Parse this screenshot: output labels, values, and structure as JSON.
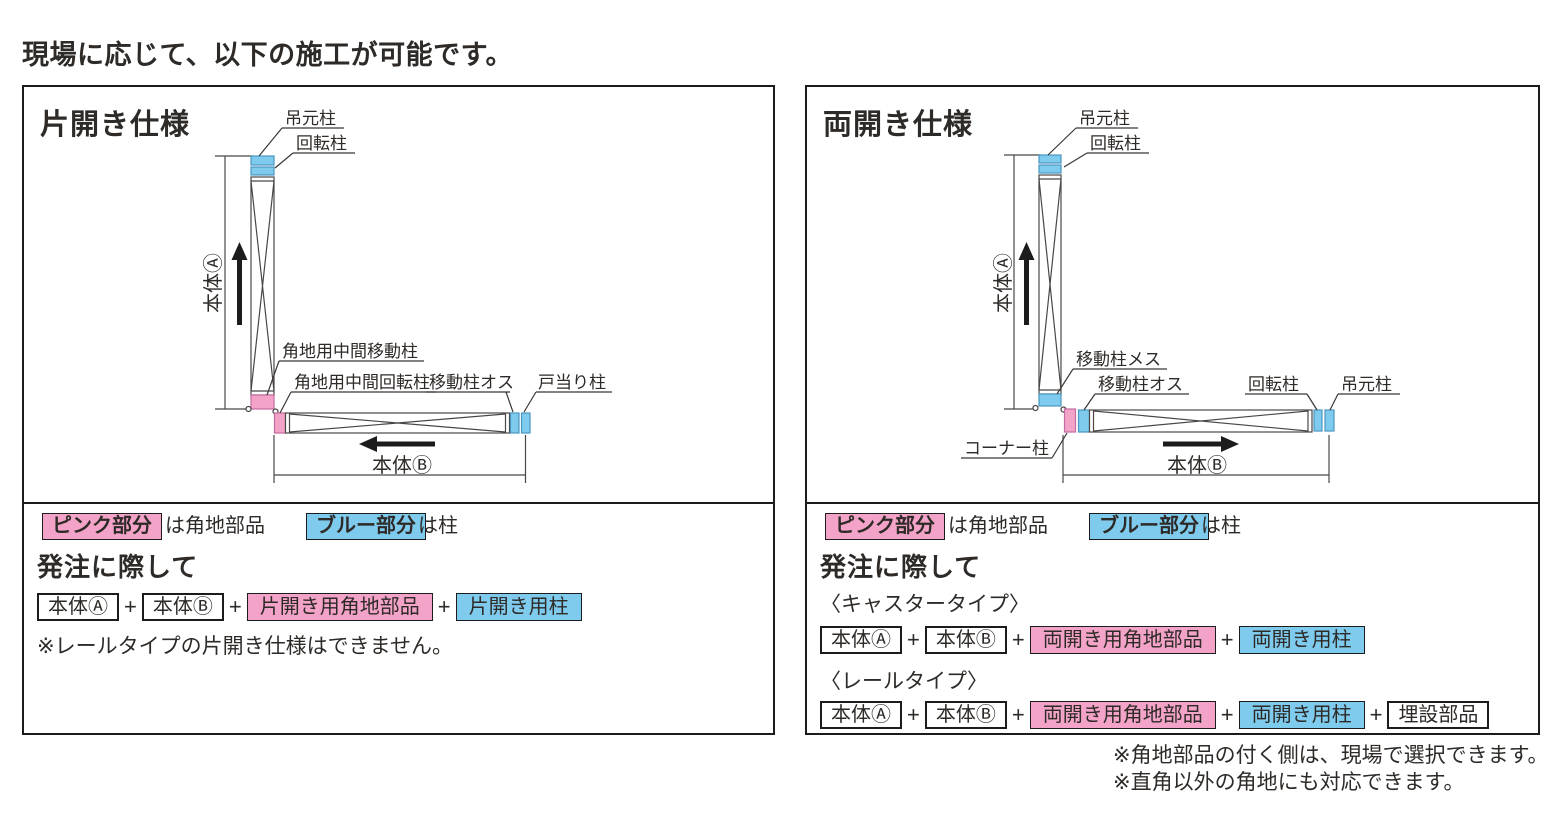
{
  "page": {
    "title": "現場に応じて、以下の施工が可能です。"
  },
  "symbols": {
    "plus": "+"
  },
  "legend": {
    "pink_label": "ピンク部分",
    "pink_desc": "は角地部品",
    "blue_label": "ブルー部分",
    "blue_desc": "は柱"
  },
  "order_heading": "発注に際して",
  "panels": {
    "left": {
      "title": "片開き仕様",
      "diagram": {
        "hanging_post": "吊元柱",
        "rotating_post": "回転柱",
        "corner_mid_moving_post": "角地用中間移動柱",
        "corner_mid_rotating_post": "角地用中間回転柱",
        "moving_post_male": "移動柱オス",
        "door_stop_post": "戸当り柱",
        "body_a": "本体Ⓐ",
        "body_b": "本体Ⓑ"
      },
      "order_row": [
        {
          "label": "本体Ⓐ",
          "style": "plain"
        },
        {
          "label": "本体Ⓑ",
          "style": "plain"
        },
        {
          "label": "片開き用角地部品",
          "style": "pink"
        },
        {
          "label": "片開き用柱",
          "style": "blue"
        }
      ],
      "note": "※レールタイプの片開き仕様はできません。"
    },
    "right": {
      "title": "両開き仕様",
      "diagram": {
        "hanging_post_top": "吊元柱",
        "rotating_post_top": "回転柱",
        "moving_post_female": "移動柱メス",
        "moving_post_male": "移動柱オス",
        "rotating_post_bottom": "回転柱",
        "hanging_post_bottom": "吊元柱",
        "corner_post": "コーナー柱",
        "body_a": "本体Ⓐ",
        "body_b": "本体Ⓑ"
      },
      "caster_heading": "〈キャスタータイプ〉",
      "caster_row": [
        {
          "label": "本体Ⓐ",
          "style": "plain"
        },
        {
          "label": "本体Ⓑ",
          "style": "plain"
        },
        {
          "label": "両開き用角地部品",
          "style": "pink"
        },
        {
          "label": "両開き用柱",
          "style": "blue"
        }
      ],
      "rail_heading": "〈レールタイプ〉",
      "rail_row": [
        {
          "label": "本体Ⓐ",
          "style": "plain"
        },
        {
          "label": "本体Ⓑ",
          "style": "plain"
        },
        {
          "label": "両開き用角地部品",
          "style": "pink"
        },
        {
          "label": "両開き用柱",
          "style": "blue"
        },
        {
          "label": "埋設部品",
          "style": "plain"
        }
      ]
    }
  },
  "footnotes": {
    "line1": "※角地部品の付く側は、現場で選択できます。",
    "line2": "※直角以外の角地にも対応できます。"
  },
  "colors": {
    "pink": "#F2A3C7",
    "blue": "#7ECBEE",
    "line": "#4a4745"
  }
}
